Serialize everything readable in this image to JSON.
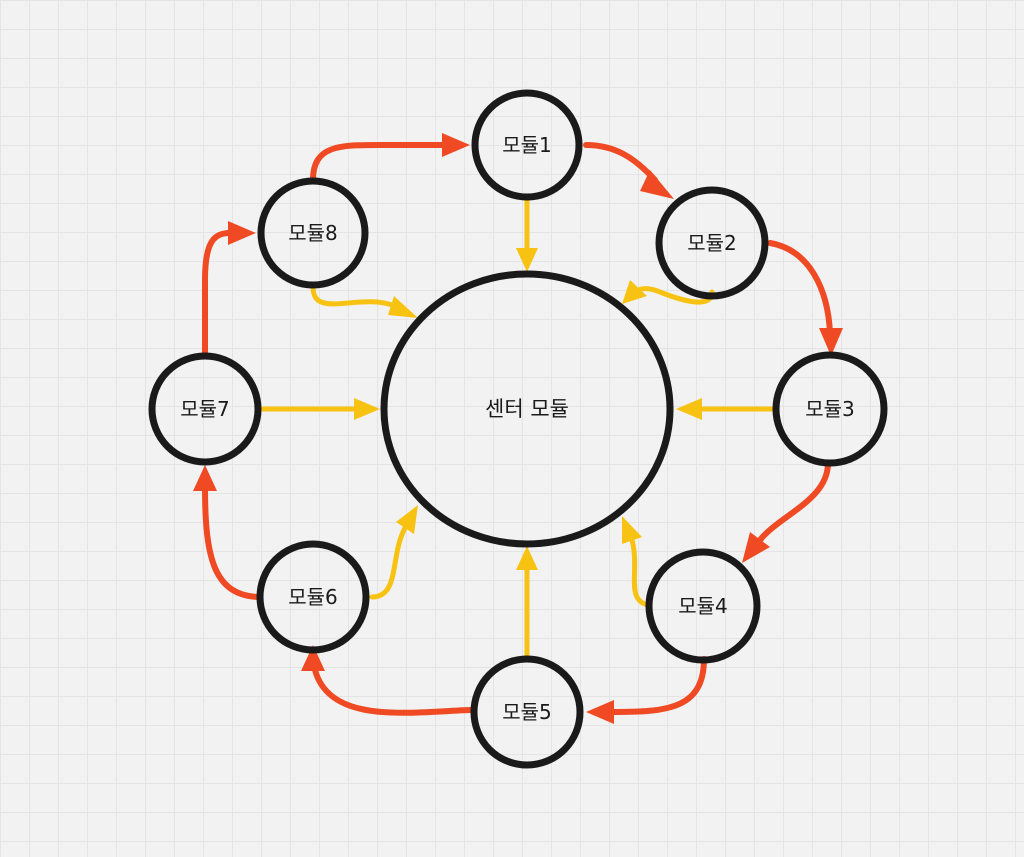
{
  "diagram": {
    "center": {
      "label": "센터 모듈"
    },
    "modules": [
      {
        "id": "m1",
        "label": "모듈1"
      },
      {
        "id": "m2",
        "label": "모듈2"
      },
      {
        "id": "m3",
        "label": "모듈3"
      },
      {
        "id": "m4",
        "label": "모듈4"
      },
      {
        "id": "m5",
        "label": "모듈5"
      },
      {
        "id": "m6",
        "label": "모듈6"
      },
      {
        "id": "m7",
        "label": "모듈7"
      },
      {
        "id": "m8",
        "label": "모듈8"
      }
    ],
    "ring_edges": [
      {
        "from": "m8",
        "to": "m1"
      },
      {
        "from": "m1",
        "to": "m2"
      },
      {
        "from": "m2",
        "to": "m3"
      },
      {
        "from": "m3",
        "to": "m4"
      },
      {
        "from": "m4",
        "to": "m5"
      },
      {
        "from": "m5",
        "to": "m6"
      },
      {
        "from": "m6",
        "to": "m7"
      },
      {
        "from": "m7",
        "to": "m8"
      }
    ],
    "spoke_edges": [
      {
        "from": "m1",
        "to": "center"
      },
      {
        "from": "m2",
        "to": "center"
      },
      {
        "from": "m3",
        "to": "center"
      },
      {
        "from": "m4",
        "to": "center"
      },
      {
        "from": "m5",
        "to": "center"
      },
      {
        "from": "m6",
        "to": "center"
      },
      {
        "from": "m7",
        "to": "center"
      },
      {
        "from": "m8",
        "to": "center"
      }
    ],
    "colors": {
      "ring_edge": "#f04a24",
      "spoke_edge": "#f7c212",
      "node_stroke": "#1a1a1a",
      "background": "#f2f2f2"
    }
  }
}
